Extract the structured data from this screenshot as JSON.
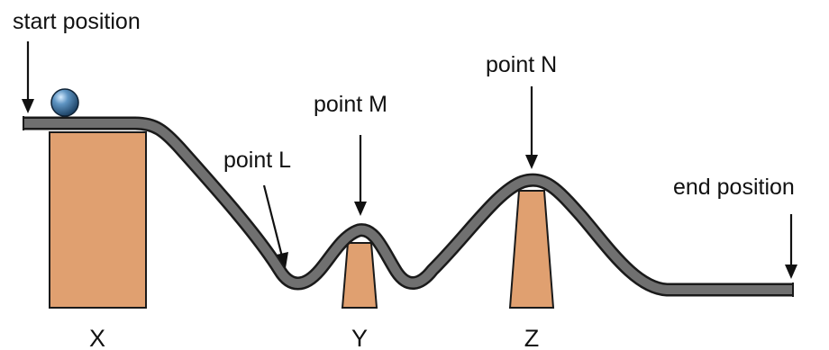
{
  "labels": {
    "start": "start position",
    "end": "end position",
    "point_l": "point L",
    "point_m": "point M",
    "point_n": "point N"
  },
  "supports": {
    "x": "X",
    "y": "Y",
    "z": "Z"
  },
  "colors": {
    "support_fill": "#E0A070",
    "track_fill": "#707070",
    "track_outline": "#1a1a1a",
    "ball": "#3a6f9a"
  }
}
